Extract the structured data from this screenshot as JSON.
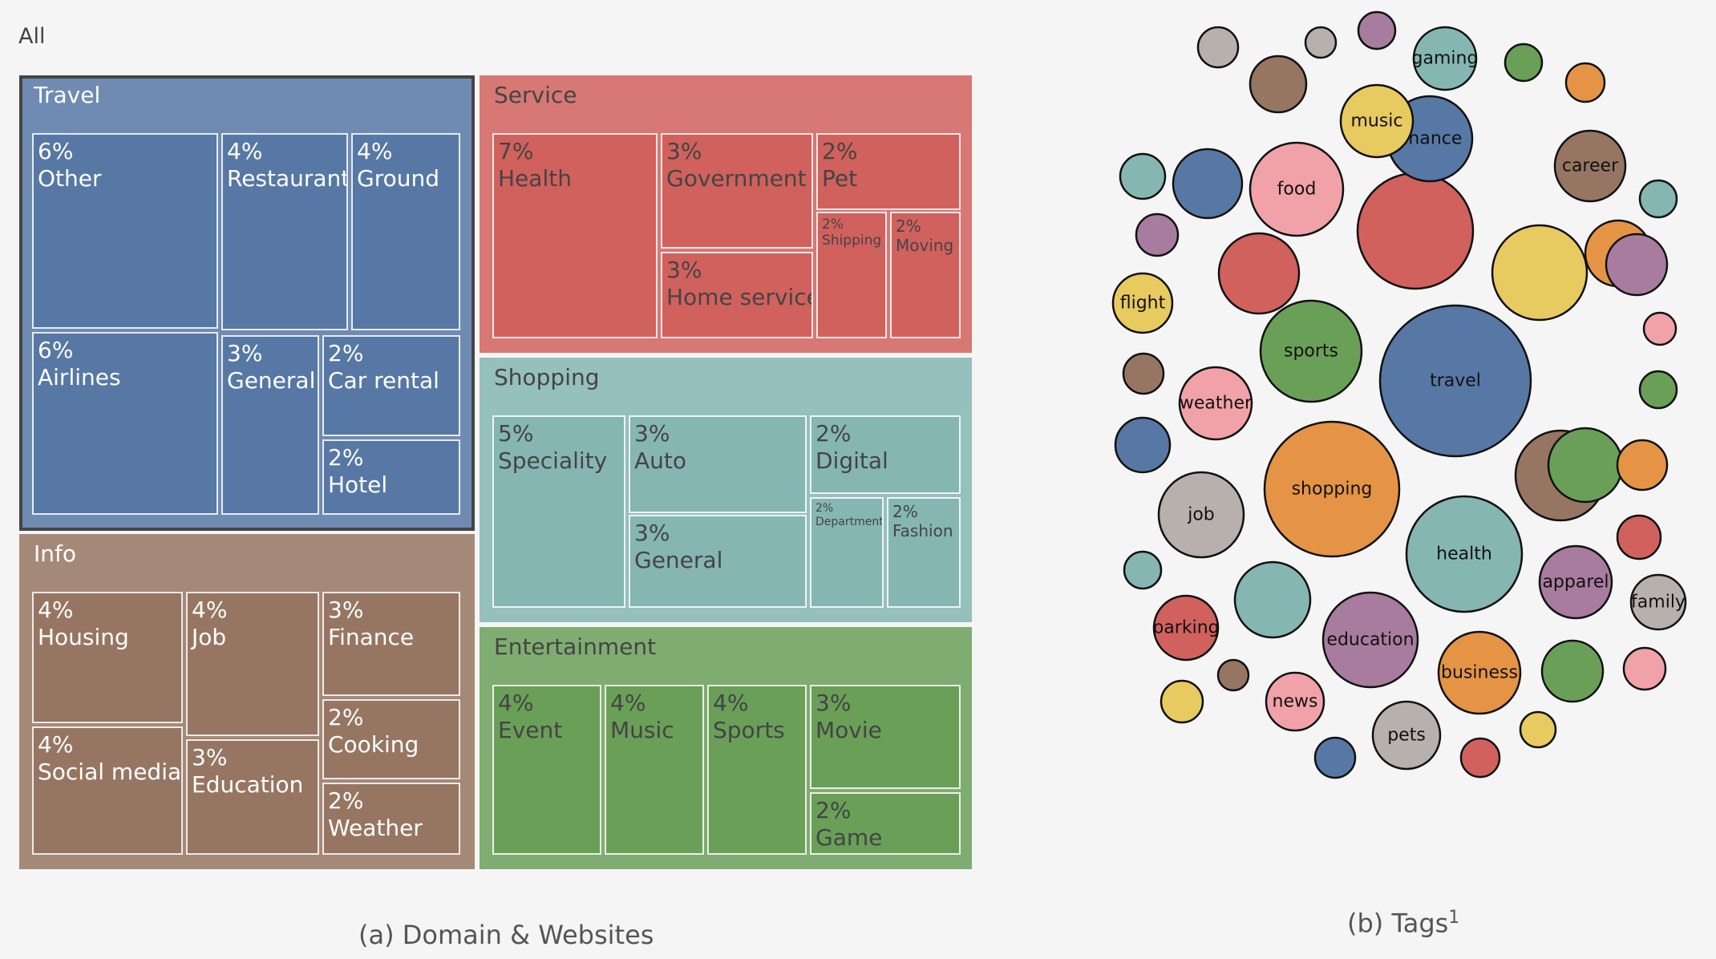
{
  "root_label": "All",
  "captions": {
    "treemap": "(a) Domain & Websites",
    "bubbles": "(b) Tags",
    "bubbles_sup": "1"
  },
  "colors": {
    "blue": "#5778a4",
    "red": "#d1615d",
    "teal": "#85b6b2",
    "green": "#6a9f58",
    "brown": "#967662",
    "orange": "#e49444",
    "yellow": "#e7ca60",
    "purple": "#a87c9f",
    "pink": "#f1a2a9",
    "gray": "#b8b0ac"
  },
  "chart_data": [
    {
      "type": "treemap",
      "root": "All",
      "groups": [
        {
          "name": "Travel",
          "color": "#5778a4",
          "selected": true,
          "items": [
            {
              "pct": "6%",
              "name": "Other"
            },
            {
              "pct": "4%",
              "name": "Restaurant"
            },
            {
              "pct": "4%",
              "name": "Ground"
            },
            {
              "pct": "6%",
              "name": "Airlines"
            },
            {
              "pct": "3%",
              "name": "General"
            },
            {
              "pct": "2%",
              "name": "Car rental"
            },
            {
              "pct": "2%",
              "name": "Hotel"
            }
          ]
        },
        {
          "name": "Service",
          "color": "#d1615d",
          "items": [
            {
              "pct": "7%",
              "name": "Health"
            },
            {
              "pct": "3%",
              "name": "Government"
            },
            {
              "pct": "3%",
              "name": "Home service"
            },
            {
              "pct": "2%",
              "name": "Pet"
            },
            {
              "pct": "2%",
              "name": "Shipping"
            },
            {
              "pct": "2%",
              "name": "Moving"
            }
          ]
        },
        {
          "name": "Shopping",
          "color": "#85b6b2",
          "items": [
            {
              "pct": "5%",
              "name": "Speciality"
            },
            {
              "pct": "3%",
              "name": "Auto"
            },
            {
              "pct": "3%",
              "name": "General"
            },
            {
              "pct": "2%",
              "name": "Digital"
            },
            {
              "pct": "2%",
              "name": "Department"
            },
            {
              "pct": "2%",
              "name": "Fashion"
            }
          ]
        },
        {
          "name": "Info",
          "color": "#967662",
          "items": [
            {
              "pct": "4%",
              "name": "Housing"
            },
            {
              "pct": "4%",
              "name": "Job"
            },
            {
              "pct": "3%",
              "name": "Finance"
            },
            {
              "pct": "4%",
              "name": "Social media"
            },
            {
              "pct": "3%",
              "name": "Education"
            },
            {
              "pct": "2%",
              "name": "Cooking"
            },
            {
              "pct": "2%",
              "name": "Weather"
            }
          ]
        },
        {
          "name": "Entertainment",
          "color": "#6a9f58",
          "items": [
            {
              "pct": "4%",
              "name": "Event"
            },
            {
              "pct": "4%",
              "name": "Music"
            },
            {
              "pct": "4%",
              "name": "Sports"
            },
            {
              "pct": "3%",
              "name": "Movie"
            },
            {
              "pct": "2%",
              "name": "Game"
            }
          ]
        }
      ]
    },
    {
      "type": "bubble",
      "bubbles": [
        {
          "label": "travel",
          "color": "blue",
          "size": 94
        },
        {
          "label": "shopping",
          "color": "orange",
          "size": 84
        },
        {
          "label": "health",
          "color": "teal",
          "size": 72
        },
        {
          "label": "",
          "color": "red",
          "size": 72
        },
        {
          "label": "sports",
          "color": "green",
          "size": 63
        },
        {
          "label": "",
          "color": "yellow",
          "size": 59
        },
        {
          "label": "food",
          "color": "pink",
          "size": 58
        },
        {
          "label": "education",
          "color": "purple",
          "size": 59
        },
        {
          "label": "job",
          "color": "gray",
          "size": 53
        },
        {
          "label": "",
          "color": "brown",
          "size": 56
        },
        {
          "label": "finance",
          "color": "blue",
          "size": 53
        },
        {
          "label": "business",
          "color": "orange",
          "size": 51
        },
        {
          "label": "",
          "color": "red",
          "size": 50
        },
        {
          "label": "music",
          "color": "yellow",
          "size": 45
        },
        {
          "label": "weather",
          "color": "pink",
          "size": 45
        },
        {
          "label": "career",
          "color": "brown",
          "size": 44
        },
        {
          "label": "apparel",
          "color": "purple",
          "size": 45
        },
        {
          "label": "pets",
          "color": "gray",
          "size": 42
        },
        {
          "label": "",
          "color": "blue",
          "size": 43
        },
        {
          "label": "",
          "color": "green",
          "size": 46
        },
        {
          "label": "",
          "color": "teal",
          "size": 47
        },
        {
          "label": "",
          "color": "orange",
          "size": 41
        },
        {
          "label": "gaming",
          "color": "teal",
          "size": 39
        },
        {
          "label": "",
          "color": "purple",
          "size": 38
        },
        {
          "label": "",
          "color": "green",
          "size": 38
        },
        {
          "label": "flight",
          "color": "yellow",
          "size": 37
        },
        {
          "label": "parking",
          "color": "red",
          "size": 40
        },
        {
          "label": "news",
          "color": "pink",
          "size": 36
        },
        {
          "label": "family",
          "color": "gray",
          "size": 34
        },
        {
          "label": "",
          "color": "brown",
          "size": 35
        },
        {
          "label": "",
          "color": "blue",
          "size": 34
        },
        {
          "label": "",
          "color": "orange",
          "size": 31
        },
        {
          "label": "",
          "color": "teal",
          "size": 28
        },
        {
          "label": "",
          "color": "gray",
          "size": 25
        },
        {
          "label": "",
          "color": "purple",
          "size": 26
        },
        {
          "label": "",
          "color": "green",
          "size": 23
        },
        {
          "label": "",
          "color": "pink",
          "size": 26
        },
        {
          "label": "",
          "color": "red",
          "size": 27
        },
        {
          "label": "",
          "color": "yellow",
          "size": 26
        },
        {
          "label": "",
          "color": "brown",
          "size": 25
        },
        {
          "label": "",
          "color": "blue",
          "size": 25
        },
        {
          "label": "",
          "color": "teal",
          "size": 23
        },
        {
          "label": "",
          "color": "gray",
          "size": 19
        },
        {
          "label": "",
          "color": "purple",
          "size": 23
        },
        {
          "label": "",
          "color": "green",
          "size": 23
        },
        {
          "label": "",
          "color": "pink",
          "size": 20
        },
        {
          "label": "",
          "color": "red",
          "size": 24
        },
        {
          "label": "",
          "color": "yellow",
          "size": 22
        },
        {
          "label": "",
          "color": "brown",
          "size": 19
        },
        {
          "label": "",
          "color": "orange",
          "size": 24
        },
        {
          "label": "",
          "color": "teal",
          "size": 23
        }
      ]
    }
  ]
}
